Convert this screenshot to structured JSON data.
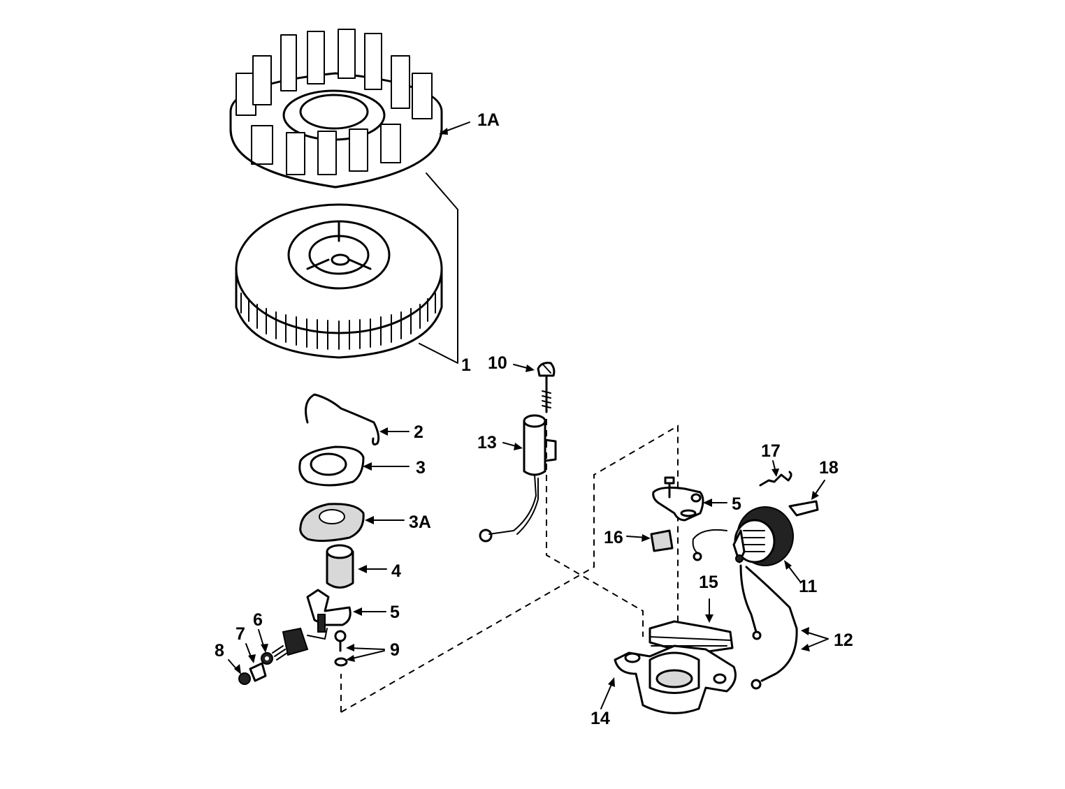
{
  "diagram": {
    "callouts": [
      {
        "id": "1A",
        "text": "1A"
      },
      {
        "id": "1",
        "text": "1"
      },
      {
        "id": "10",
        "text": "10"
      },
      {
        "id": "2",
        "text": "2"
      },
      {
        "id": "13",
        "text": "13"
      },
      {
        "id": "3",
        "text": "3"
      },
      {
        "id": "3A",
        "text": "3A"
      },
      {
        "id": "4",
        "text": "4"
      },
      {
        "id": "5a",
        "text": "5"
      },
      {
        "id": "5b",
        "text": "5"
      },
      {
        "id": "6",
        "text": "6"
      },
      {
        "id": "7",
        "text": "7"
      },
      {
        "id": "8",
        "text": "8"
      },
      {
        "id": "9",
        "text": "9"
      },
      {
        "id": "17",
        "text": "17"
      },
      {
        "id": "18",
        "text": "18"
      },
      {
        "id": "16",
        "text": "16"
      },
      {
        "id": "11",
        "text": "11"
      },
      {
        "id": "15",
        "text": "15"
      },
      {
        "id": "12",
        "text": "12"
      },
      {
        "id": "14",
        "text": "14"
      }
    ]
  }
}
